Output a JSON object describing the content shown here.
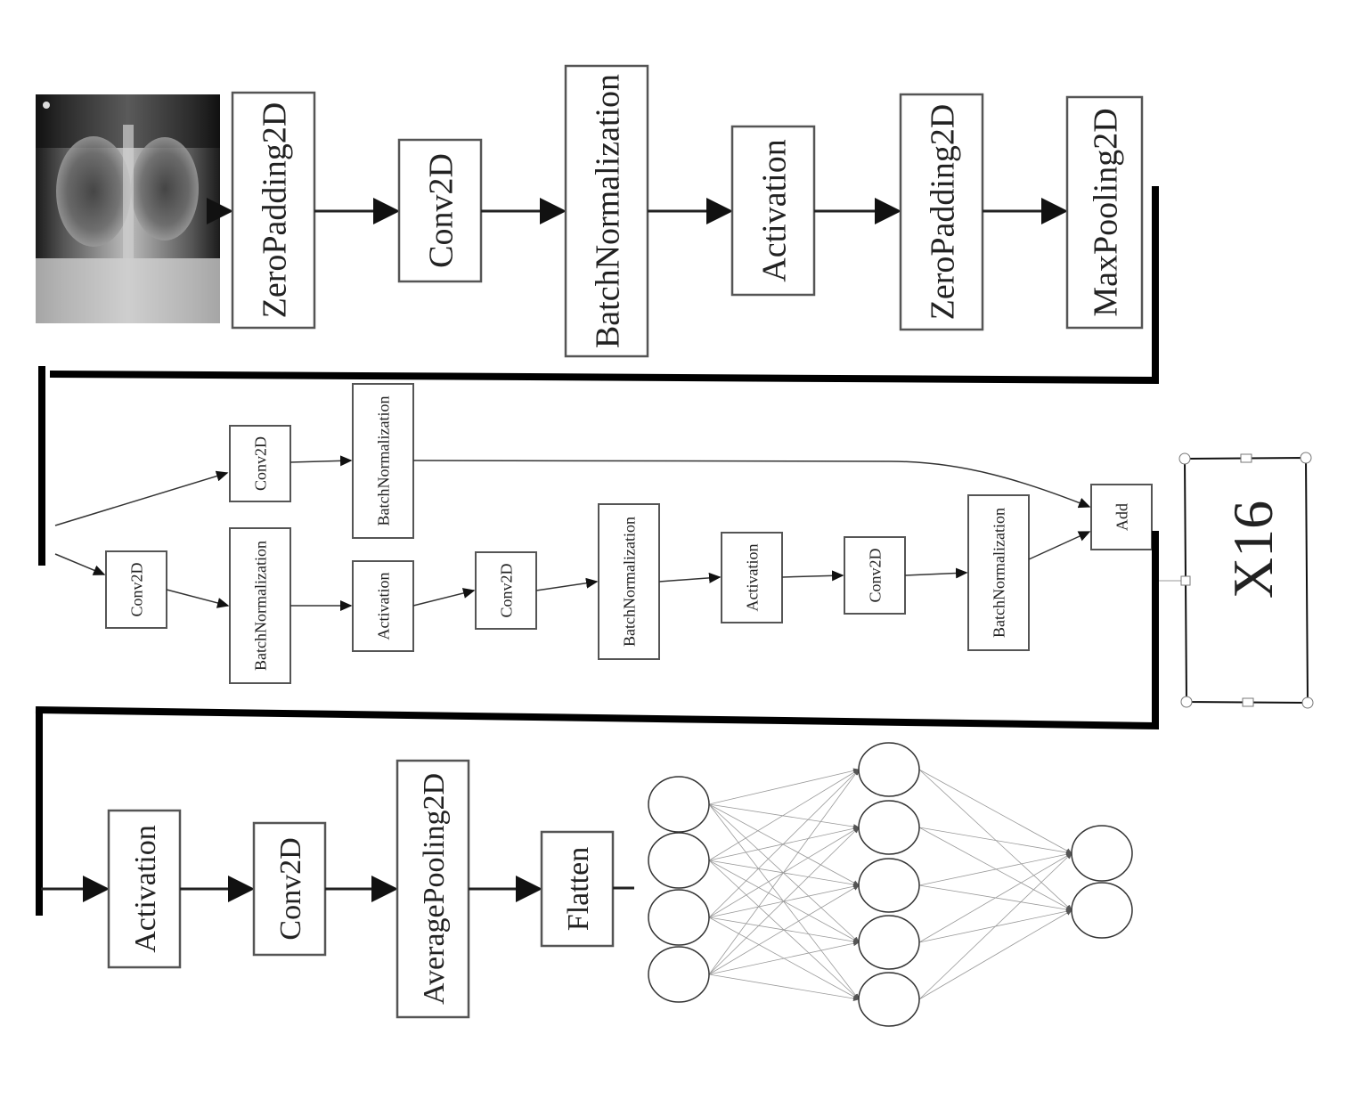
{
  "row1": {
    "image": {
      "name": "chest-xray"
    },
    "nodes": [
      "ZeroPadding2D",
      "Conv2D",
      "BatchNormalization",
      "Activation",
      "ZeroPadding2D",
      "MaxPooling2D"
    ]
  },
  "row2": {
    "shortcut": [
      "Conv2D",
      "BatchNormalization"
    ],
    "main": [
      "Conv2D",
      "BatchNormalization",
      "Activation",
      "Conv2D",
      "BatchNormalization",
      "Activation",
      "Conv2D",
      "BatchNormalization"
    ],
    "merge": "Add"
  },
  "repeat_label": "X16",
  "row3": {
    "nodes": [
      "Activation",
      "Conv2D",
      "AveragePooling2D",
      "Flatten"
    ]
  },
  "network": {
    "layers": [
      4,
      5,
      2
    ]
  }
}
